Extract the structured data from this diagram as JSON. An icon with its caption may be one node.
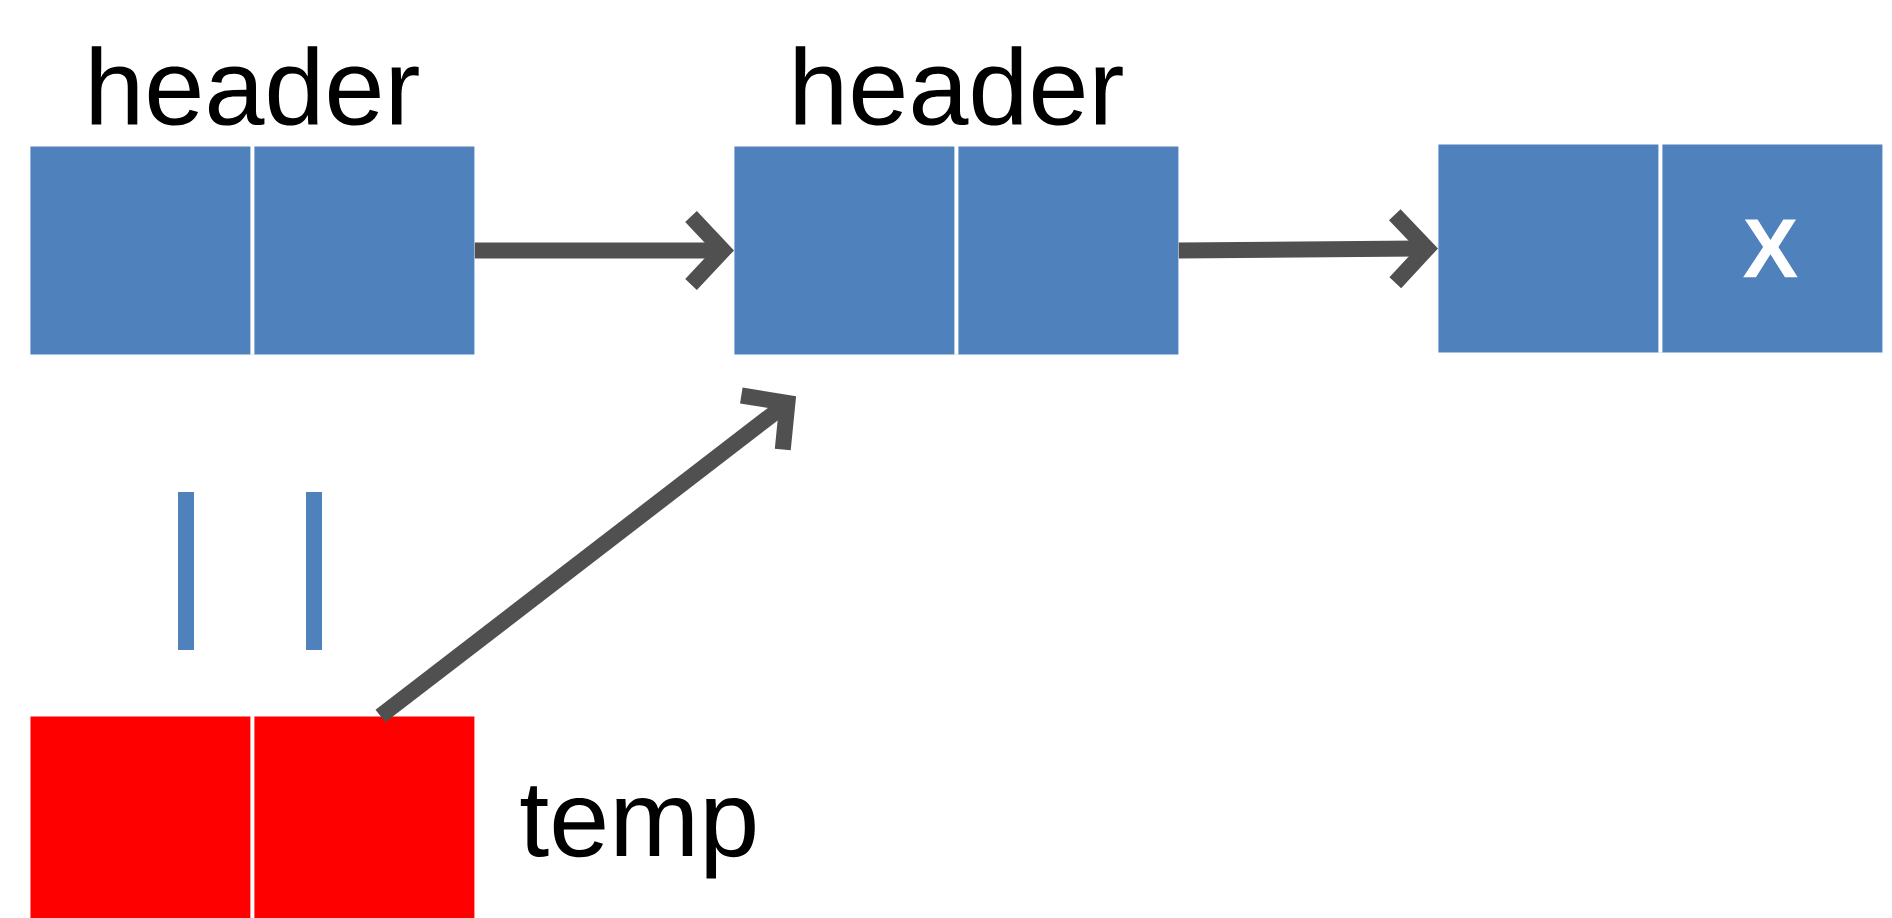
{
  "diagram": {
    "nodes": [
      {
        "text": [
          "header"
        ]
      },
      {
        "text": [
          "header"
        ]
      },
      {
        "text": [
          "X"
        ]
      },
      {
        "text": [],
        "shape": "box",
        "beside": [
          "temp"
        ]
      }
    ],
    "edges": [
      {
        "from": 0,
        "to": 1,
        "arrow": "to"
      },
      {
        "from": 1,
        "to": 2,
        "arrow": "to"
      },
      {
        "from": 3,
        "to": 1,
        "arrow": "to"
      }
    ]
  }
}
